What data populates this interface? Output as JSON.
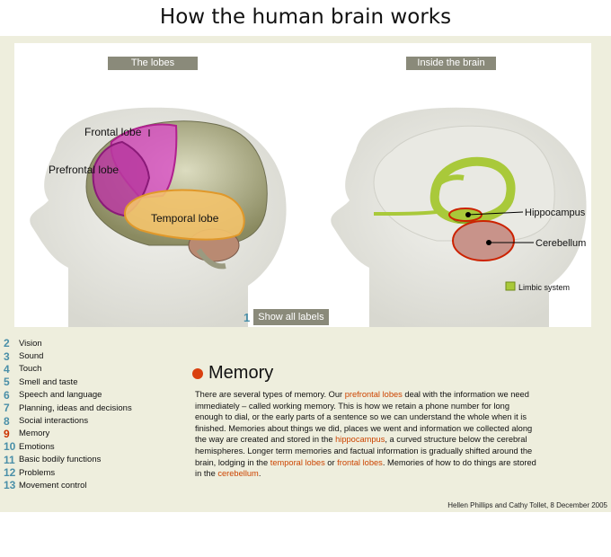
{
  "title": "How the human brain works",
  "tabs": {
    "lobes": "The lobes",
    "inside": "Inside the brain"
  },
  "lobe_labels": {
    "frontal": "Frontal lobe",
    "prefrontal": "Prefrontal lobe",
    "temporal": "Temporal lobe"
  },
  "inside_labels": {
    "hippocampus": "Hippocampus",
    "cerebellum": "Cerebellum",
    "limbic": "Limbic  system"
  },
  "show_all": {
    "num": "1",
    "label": "Show all labels"
  },
  "menu": [
    {
      "num": "2",
      "label": "Vision"
    },
    {
      "num": "3",
      "label": "Sound"
    },
    {
      "num": "4",
      "label": "Touch"
    },
    {
      "num": "5",
      "label": "Smell and taste"
    },
    {
      "num": "6",
      "label": "Speech and language"
    },
    {
      "num": "7",
      "label": "Planning, ideas and decisions"
    },
    {
      "num": "8",
      "label": "Social interactions"
    },
    {
      "num": "9",
      "label": "Memory"
    },
    {
      "num": "10",
      "label": "Emotions"
    },
    {
      "num": "11",
      "label": "Basic bodily functions"
    },
    {
      "num": "12",
      "label": "Problems"
    },
    {
      "num": "13",
      "label": "Movement control"
    }
  ],
  "section": {
    "heading": "Memory",
    "p1": "There are several types of memory. Our ",
    "l1": "prefrontal lobes",
    "p2": " deal with the information we need immediately –  called working memory. This is how we retain a phone number for long enough to dial, or the early parts of a sentence so we can understand the whole when it is finished. Memories about things we did, places we went and information we collected along the way are created and stored in the ",
    "l2": "hippocampus",
    "p3": ", a curved structure below the cerebral hemispheres. Longer term memories and factual information is gradually shifted around the brain, lodging in the ",
    "l3": "temporal lobes",
    "p4": " or ",
    "l4": "frontal lobes",
    "p5": ". Memories of how to do things are stored in the ",
    "l5": "cerebellum",
    "p6": "."
  },
  "credit": "Hellen Phillips and Cathy Tollet, 8 December 2005",
  "colors": {
    "accent": "#cc4400",
    "number": "#4a8fa8",
    "frontal": "#d94fc7",
    "temporal": "#f3c36b",
    "limbic": "#a9c93a"
  }
}
